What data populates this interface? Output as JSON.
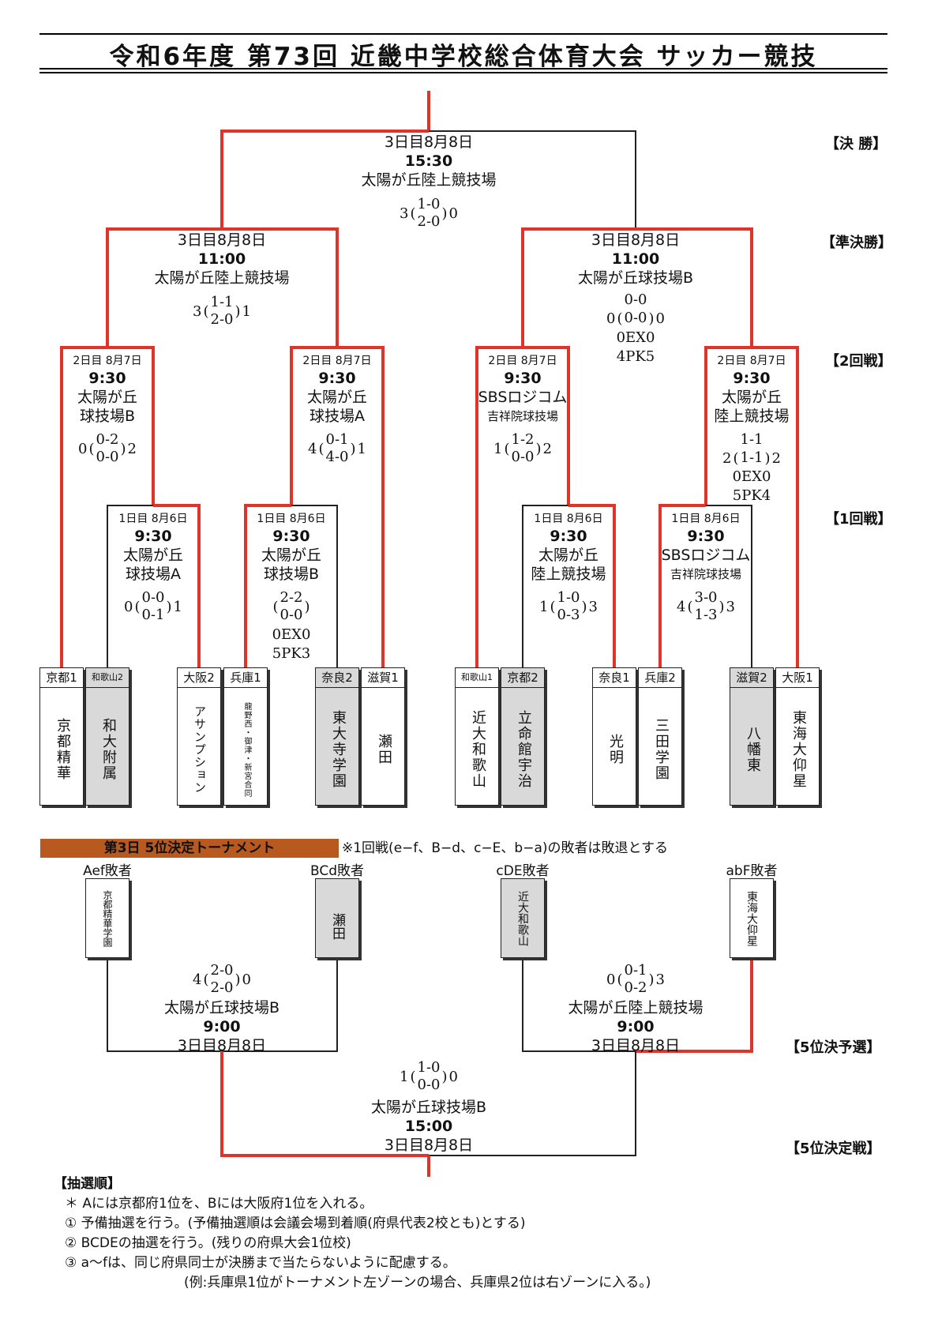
{
  "title": "令和6年度 第73回 近畿中学校総合体育大会 サッカー競技",
  "rounds": {
    "final": "【決 勝】",
    "semi": "【準決勝】",
    "r2": "【2回戦】",
    "r1": "【1回戦】",
    "fifth_pre": "【5位決予選】",
    "fifth_final": "【5位決定戦】"
  },
  "matches": {
    "final": {
      "date": "3日目8月8日",
      "time": "15:30",
      "venue": "太陽が丘陸上競技場",
      "left": "3",
      "h1": "1-0",
      "h2": "2-0",
      "right": "0"
    },
    "semi_l": {
      "date": "3日目8月8日",
      "time": "11:00",
      "venue": "太陽が丘陸上競技場",
      "left": "3",
      "h1": "1-1",
      "h2": "2-0",
      "right": "1"
    },
    "semi_r": {
      "date": "3日目8月8日",
      "time": "11:00",
      "venue": "太陽が丘球技場B",
      "left": "0",
      "h1": "0-0",
      "h2": "0-0",
      "right": "0",
      "extra_top": "0-0",
      "extra1": "0EX0",
      "extra2": "4PK5"
    },
    "r2_1": {
      "date": "2日目 8月7日",
      "time": "9:30",
      "venue1": "太陽が丘",
      "venue2": "球技場B",
      "left": "0",
      "h1": "0-2",
      "h2": "0-0",
      "right": "2"
    },
    "r2_2": {
      "date": "2日目 8月7日",
      "time": "9:30",
      "venue1": "太陽が丘",
      "venue2": "球技場A",
      "left": "4",
      "h1": "0-1",
      "h2": "4-0",
      "right": "1"
    },
    "r2_3": {
      "date": "2日目 8月7日",
      "time": "9:30",
      "venue1": "SBSロジコム",
      "venue2": "吉祥院球技場",
      "left": "1",
      "h1": "1-2",
      "h2": "0-0",
      "right": "2"
    },
    "r2_4": {
      "date": "2日目 8月7日",
      "time": "9:30",
      "venue1": "太陽が丘",
      "venue2": "陸上競技場",
      "left": "2",
      "h0": "1-1",
      "h1": "1-1",
      "right": "2",
      "extra1": "0EX0",
      "extra2": "5PK4"
    },
    "r1_1": {
      "date": "1日目 8月6日",
      "time": "9:30",
      "venue1": "太陽が丘",
      "venue2": "球技場A",
      "left": "0",
      "h1": "0-0",
      "h2": "0-1",
      "right": "1"
    },
    "r1_2": {
      "date": "1日目 8月6日",
      "time": "9:30",
      "venue1": "太陽が丘",
      "venue2": "球技場B",
      "left": "",
      "h1": "2-2",
      "h2": "0-0",
      "right": "",
      "extra1": "0EX0",
      "extra2": "5PK3"
    },
    "r1_3": {
      "date": "1日目 8月6日",
      "time": "9:30",
      "venue1": "太陽が丘",
      "venue2": "陸上競技場",
      "left": "1",
      "h1": "1-0",
      "h2": "0-3",
      "right": "3"
    },
    "r1_4": {
      "date": "1日目 8月6日",
      "time": "9:30",
      "venue1": "SBSロジコム",
      "venue2": "吉祥院球技場",
      "left": "4",
      "h1": "3-0",
      "h2": "1-3",
      "right": "3"
    }
  },
  "teams": [
    {
      "pref": "京都1",
      "name": "京都精華",
      "seed": false
    },
    {
      "pref": "和歌山2",
      "name": "和大附属",
      "seed": true
    },
    {
      "pref": "大阪2",
      "name": "アサンプション",
      "seed": false
    },
    {
      "pref": "兵庫1",
      "name": "龍野西・御津・新宮合同",
      "seed": false
    },
    {
      "pref": "奈良2",
      "name": "東大寺学園",
      "seed": true
    },
    {
      "pref": "滋賀1",
      "name": "瀬田",
      "seed": false
    },
    {
      "pref": "和歌山1",
      "name": "近大和歌山",
      "seed": false
    },
    {
      "pref": "京都2",
      "name": "立命館宇治",
      "seed": true
    },
    {
      "pref": "奈良1",
      "name": "光明",
      "seed": false
    },
    {
      "pref": "兵庫2",
      "name": "三田学園",
      "seed": false
    },
    {
      "pref": "滋賀2",
      "name": "八幡東",
      "seed": true
    },
    {
      "pref": "大阪1",
      "name": "東海大仰星",
      "seed": false
    }
  ],
  "fifth": {
    "banner": "第3日 5位決定トーナメント",
    "note": "※1回戦(e−f、B−d、c−E、b−a)の敗者は敗退とする",
    "losers": [
      {
        "label": "Aef敗者",
        "name": "京都精華学園",
        "seed": false
      },
      {
        "label": "BCd敗者",
        "name": "瀬田",
        "seed": true
      },
      {
        "label": "cDE敗者",
        "name": "近大和歌山",
        "seed": true
      },
      {
        "label": "abF敗者",
        "name": "東海大仰星",
        "seed": false
      }
    ],
    "pre_l": {
      "left": "4",
      "h1": "2-0",
      "h2": "2-0",
      "right": "0",
      "venue": "太陽が丘球技場B",
      "time": "9:00",
      "date": "3日目8月8日"
    },
    "pre_r": {
      "left": "0",
      "h1": "0-1",
      "h2": "0-2",
      "right": "3",
      "venue": "太陽が丘陸上競技場",
      "time": "9:00",
      "date": "3日目8月8日"
    },
    "final": {
      "left": "1",
      "h1": "1-0",
      "h2": "0-0",
      "right": "0",
      "venue": "太陽が丘球技場B",
      "time": "15:00",
      "date": "3日目8月8日"
    }
  },
  "draw": {
    "heading": "【抽選順】",
    "lines": [
      "＊ Aには京都府1位を、Bには大阪府1位を入れる。",
      "① 予備抽選を行う。(予備抽選順は会議会場到着順(府県代表2校とも)とする)",
      "② BCDEの抽選を行う。(残りの府県大会1位校)",
      "③ a〜fは、同じ府県同士が決勝まで当たらないように配慮する。",
      "(例:兵庫県1位がトーナメント左ゾーンの場合、兵庫県2位は右ゾーンに入る。)"
    ]
  },
  "colors": {
    "win": "#e0342a",
    "line": "#222222",
    "seed": "#d9d9d9",
    "banner": "#b85a20"
  }
}
